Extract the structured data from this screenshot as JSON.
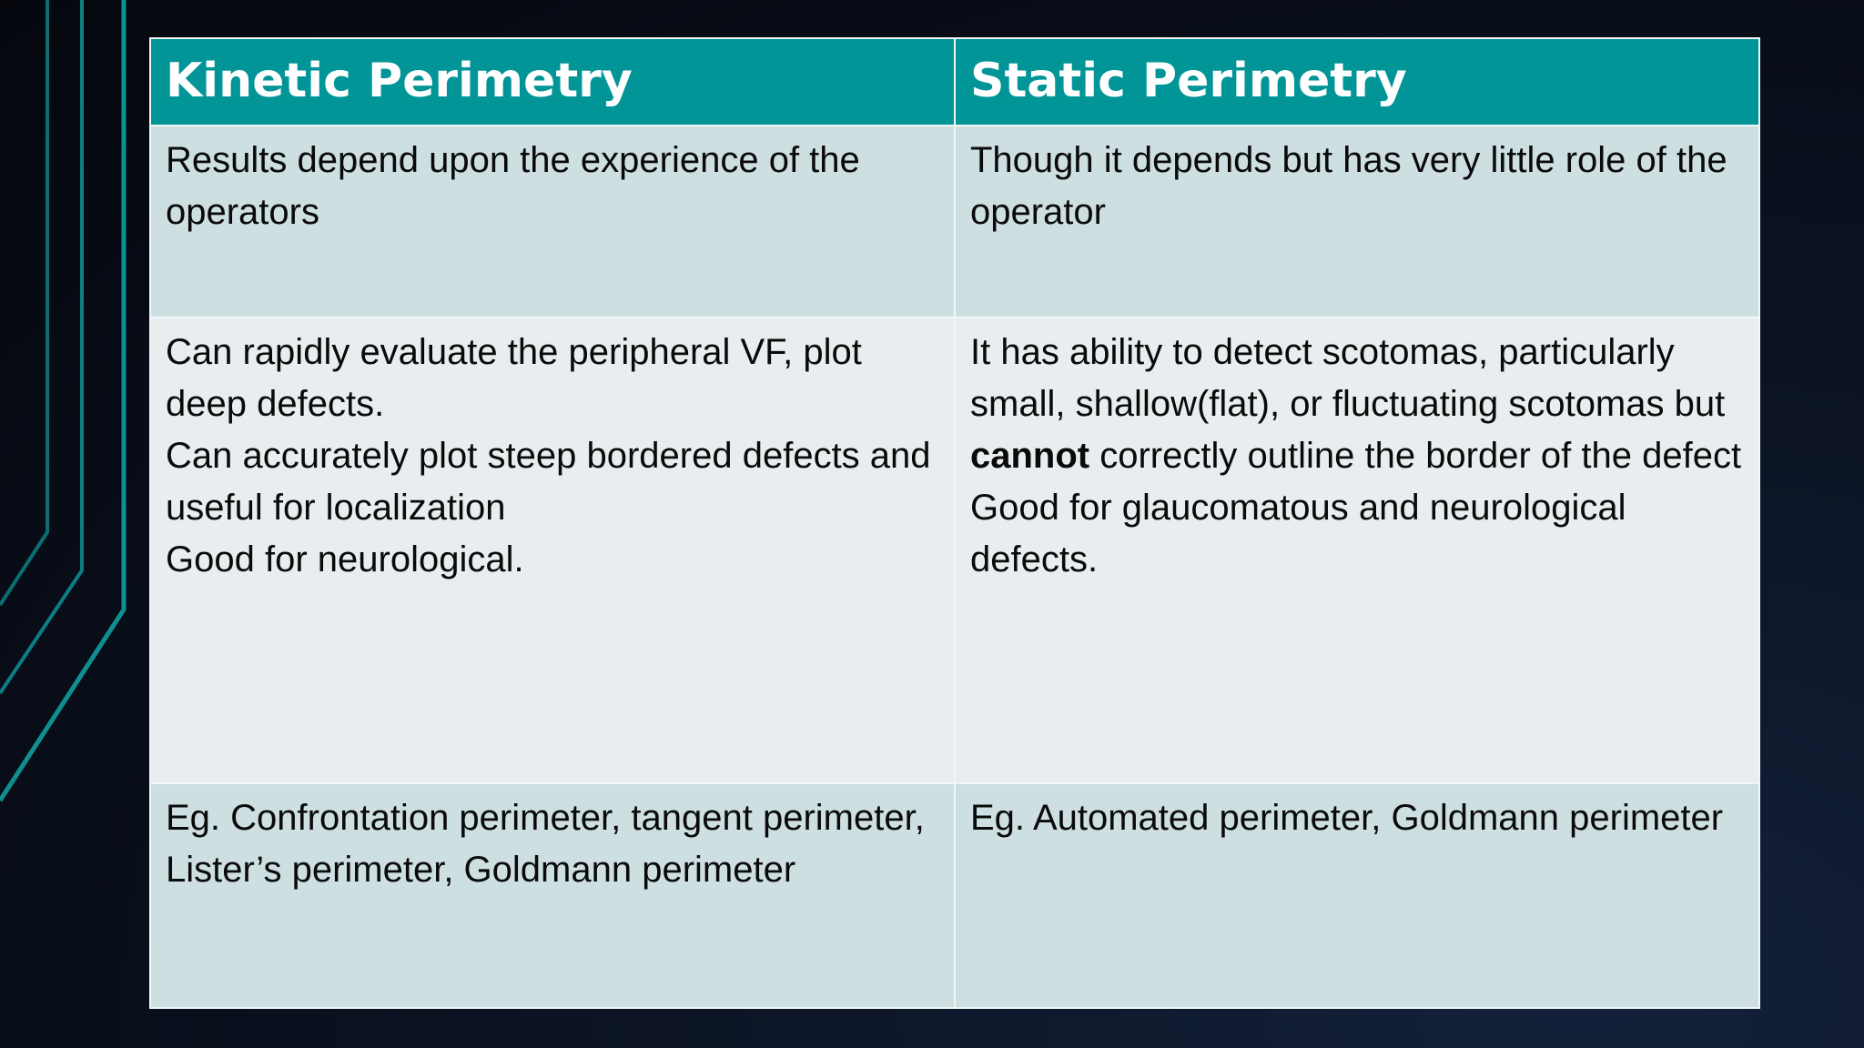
{
  "slide": {
    "table": {
      "headers": [
        "Kinetic Perimetry",
        "Static Perimetry"
      ],
      "rows": [
        {
          "kinetic": {
            "text": "Results depend upon the experience of the operators"
          },
          "static": {
            "text": "Though it depends but has very little role of the operator"
          }
        },
        {
          "kinetic": {
            "line1": "Can rapidly evaluate the peripheral VF, plot deep defects.",
            "line2": "Can accurately plot steep bordered defects and useful for localization",
            "line3": "Good for neurological."
          },
          "static": {
            "line1_before": "It has ability to detect scotomas, particularly small, shallow(flat), or fluctuating scotomas but ",
            "line1_bold": "cannot",
            "line1_after": " correctly outline the border of the defect",
            "line2": "Good for glaucomatous and neurological defects."
          }
        },
        {
          "kinetic": {
            "text": "Eg. Confrontation perimeter, tangent perimeter, Lister’s perimeter, Goldmann perimeter"
          },
          "static": {
            "text": "Eg. Automated perimeter, Goldmann perimeter"
          }
        }
      ]
    },
    "colors": {
      "header": "#029597",
      "row_dark": "#cedfe2",
      "row_light": "#e8eeef",
      "accent_lines": "#0f8f92"
    }
  }
}
